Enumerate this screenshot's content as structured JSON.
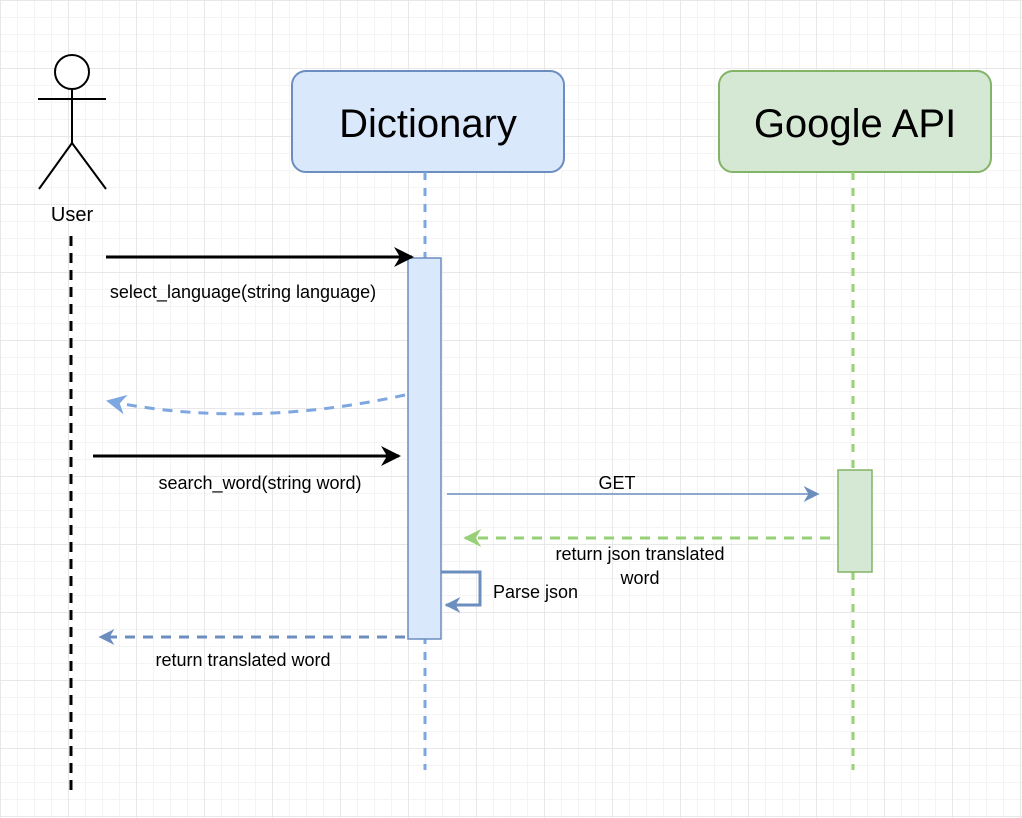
{
  "participants": {
    "user": {
      "label": "User"
    },
    "dictionary": {
      "label": "Dictionary",
      "fill": "#dae8fc",
      "stroke": "#6c8ebf"
    },
    "google_api": {
      "label": "Google API",
      "fill": "#d5e8d4",
      "stroke": "#82b366"
    }
  },
  "messages": {
    "select_language": "select_language(string language)",
    "search_word": "search_word(string word)",
    "get": "GET",
    "return_json_line1": "return json translated",
    "return_json_line2": "word",
    "parse_json": "Parse json",
    "return_translated": "return translated word"
  },
  "colors": {
    "blue_dashed": "#7ea6e0",
    "blue_solid": "#6c8ebf",
    "green_dashed": "#97d077",
    "black": "#000000"
  }
}
